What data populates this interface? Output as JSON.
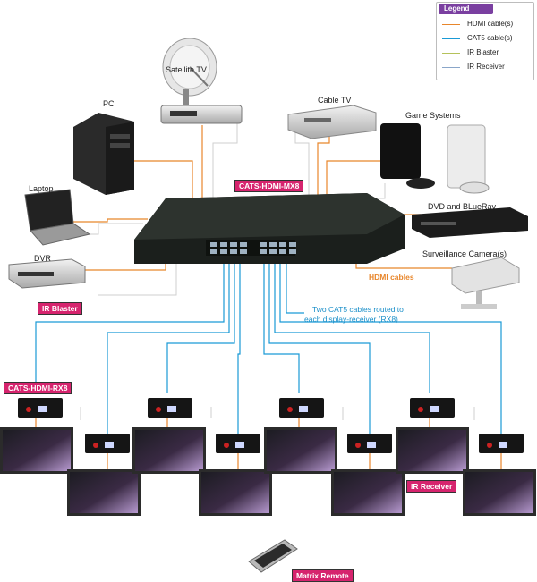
{
  "legend": {
    "title": "Legend",
    "items": [
      {
        "label": "HDMI cable(s)",
        "color": "#e8862b"
      },
      {
        "label": "CAT5 cable(s)",
        "color": "#1a9ad6"
      },
      {
        "label": "IR Blaster",
        "color": "#b5c25a"
      },
      {
        "label": "IR Receiver",
        "color": "#8aa6c9"
      }
    ]
  },
  "devices": {
    "satellite": "Satellite TV",
    "pc": "PC",
    "cable_tv": "Cable TV",
    "game": "Game Systems",
    "laptop": "Laptop",
    "dvd": "DVD and BLueRav",
    "surveillance": "Surveillance Camera(s)",
    "dvr": "DVR"
  },
  "tags": {
    "matrix": "CATS-HDMI-MX8",
    "ir_blaster": "IR Blaster",
    "receiver": "CATS-HDMI-RX8",
    "ir_receiver": "IR Receiver",
    "remote": "Matrix Remote"
  },
  "notes": {
    "hdmi_cables": "HDMI cables",
    "cat5_line1": "Two CAT5 cables routed to",
    "cat5_line2": "each display-receiver (RX8)"
  },
  "colors": {
    "hdmi": "#e8862b",
    "cat5": "#1a9ad6",
    "ir": "#c8c8c8",
    "tag": "#d6246e"
  }
}
